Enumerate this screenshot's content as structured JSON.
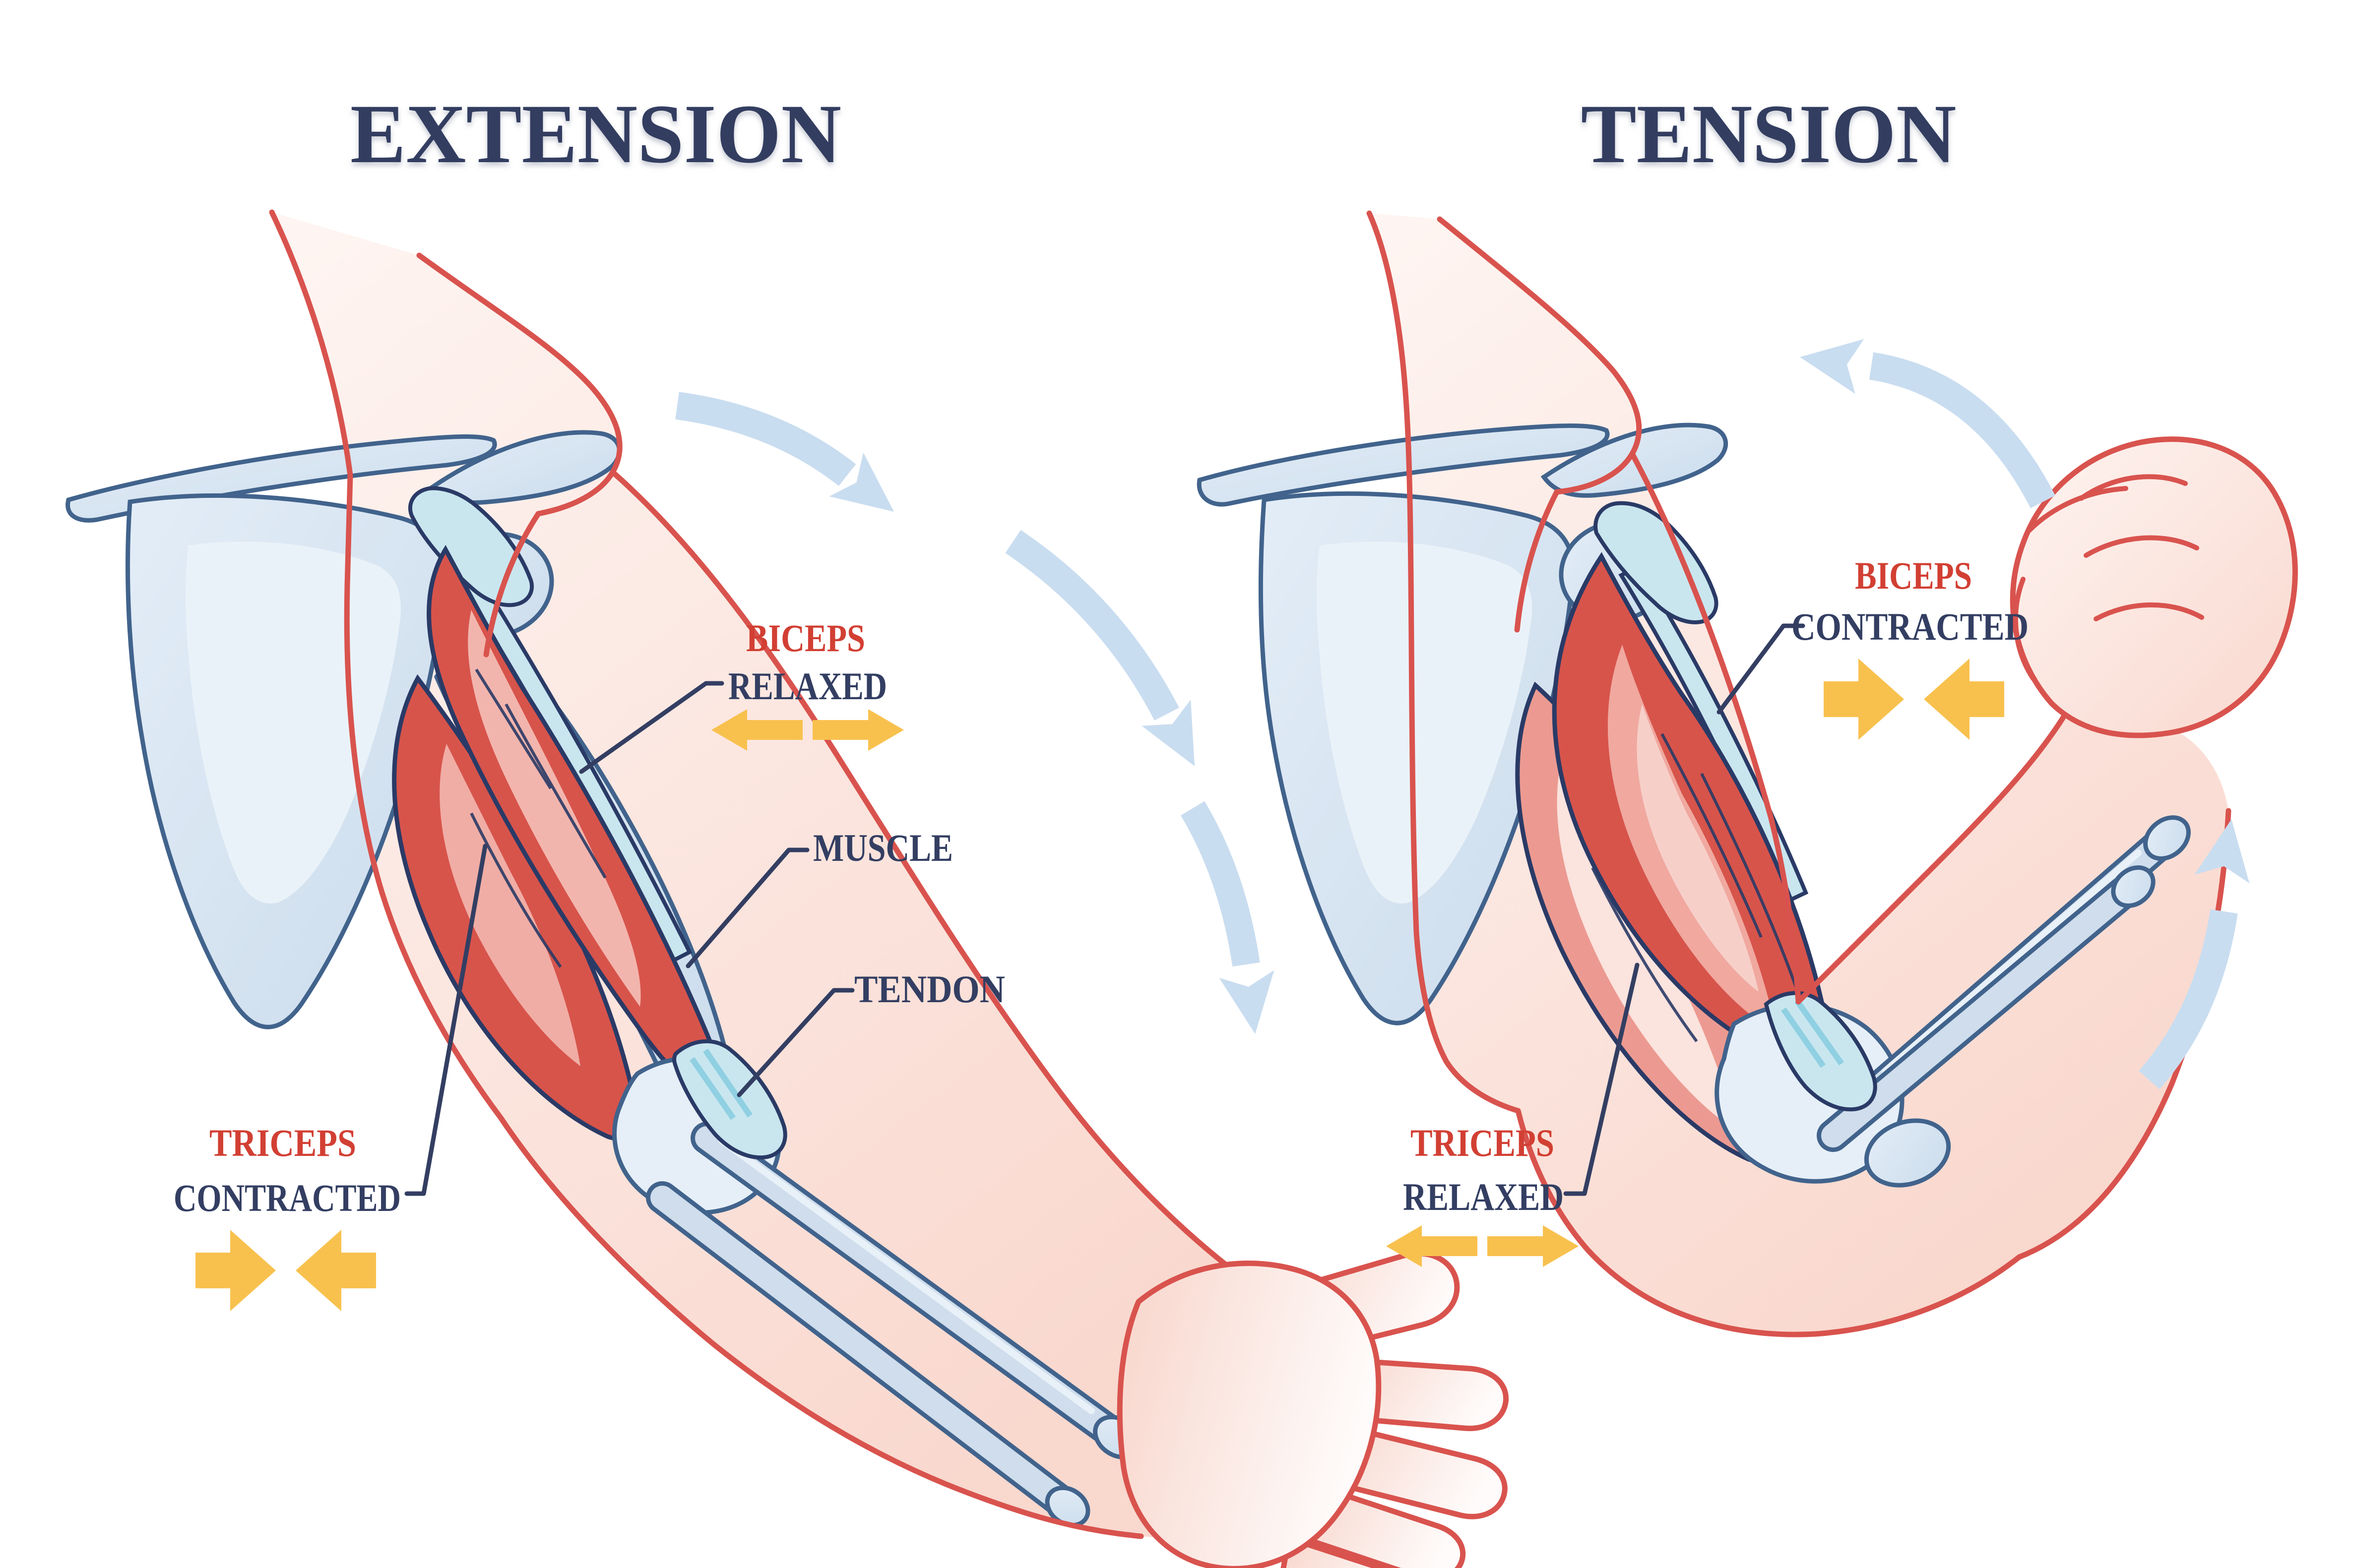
{
  "diagram": {
    "left_panel": {
      "title": "EXTENSION",
      "biceps_label": {
        "muscle": "BICEPS",
        "state": "RELAXED"
      },
      "muscle_label": "MUSCLE",
      "tendon_label": "TENDON",
      "triceps_label": {
        "muscle": "TRICEPS",
        "state": "CONTRACTED"
      }
    },
    "right_panel": {
      "title": "TENSION",
      "biceps_label": {
        "muscle": "BICEPS",
        "state": "CONTRACTED"
      },
      "triceps_label": {
        "muscle": "TRICEPS",
        "state": "RELAXED"
      }
    },
    "icons": {
      "stretch_arrows": "◄ ►",
      "compress_arrows": "► ◄",
      "motion_arc_down": "⤵",
      "motion_arc_up": "⤴"
    },
    "colors": {
      "title_navy": "#313C60",
      "label_navy": "#333E62",
      "label_red": "#D23F33",
      "arrow_yellow": "#F8C14E",
      "motion_blue": "#C9DDF0",
      "skin_outline": "#D9534E",
      "skin_fill": "#F9D8CE",
      "bone_fill": "#D6E3F0",
      "bone_outline": "#41638C",
      "muscle_red": "#D7544B",
      "muscle_pale": "#EC9A91",
      "tendon_cyan": "#C9E6EF"
    }
  }
}
